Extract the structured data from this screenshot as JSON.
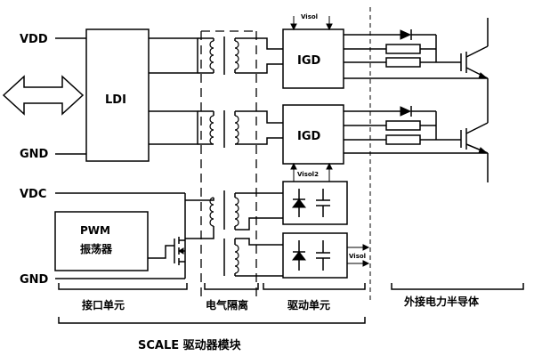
{
  "labels": {
    "vdd": "VDD",
    "gnd_top": "GND",
    "vdc": "VDC",
    "gnd_bottom": "GND",
    "ldi": "LDI",
    "igd_top": "IGD",
    "igd_bottom": "IGD",
    "pwm_line1": "PWM",
    "pwm_line2": "振荡器",
    "visol_top": "Visol",
    "visol_mid": "Visol2",
    "visol_out": "Visol"
  },
  "sections": {
    "interface": "接口单元",
    "isolation": "电气隔离",
    "driver": "驱动单元",
    "external": "外接电力半导体"
  },
  "module_label": "SCALE 驱动器模块"
}
